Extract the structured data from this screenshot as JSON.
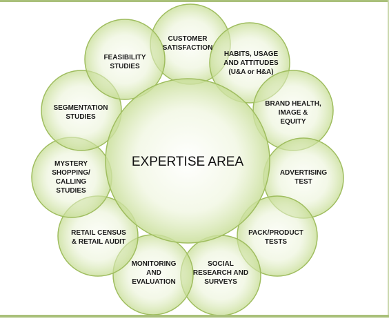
{
  "diagram": {
    "center": {
      "label": "EXPERTISE AREA"
    },
    "areas": [
      {
        "id": "customer-satisfaction",
        "lines": [
          "CUSTOMER",
          "SATISFACTION"
        ]
      },
      {
        "id": "habits-usage-attitudes",
        "lines": [
          "HABITS, USAGE",
          "AND ATTITUDES",
          "(U&A or H&A)"
        ]
      },
      {
        "id": "brand-health",
        "lines": [
          "BRAND HEALTH,",
          "IMAGE &",
          "EQUITY"
        ]
      },
      {
        "id": "advertising-test",
        "lines": [
          "ADVERTISING",
          "TEST"
        ]
      },
      {
        "id": "pack-product-tests",
        "lines": [
          "PACK/PRODUCT",
          "TESTS"
        ]
      },
      {
        "id": "social-research",
        "lines": [
          "SOCIAL",
          "RESEARCH AND",
          "SURVEYS"
        ]
      },
      {
        "id": "monitoring-evaluation",
        "lines": [
          "MONITORING",
          "AND",
          "EVALUATION"
        ]
      },
      {
        "id": "retail-census",
        "lines": [
          "RETAIL CENSUS",
          "& RETAIL AUDIT"
        ]
      },
      {
        "id": "mystery-shopping",
        "lines": [
          "MYSTERY",
          "SHOPPING/",
          "CALLING",
          "STUDIES"
        ]
      },
      {
        "id": "segmentation-studies",
        "lines": [
          "SEGMENTATION",
          "STUDIES"
        ]
      },
      {
        "id": "feasibility-studies",
        "lines": [
          "FEASIBILITY",
          "STUDIES"
        ]
      }
    ],
    "colors": {
      "circle_fill_inner": "#fbfdf5",
      "circle_fill_outer": "#c5dc92",
      "circle_stroke": "#9fbd5f",
      "text": "#1a1a1a",
      "rule": "#a9c07a"
    }
  }
}
